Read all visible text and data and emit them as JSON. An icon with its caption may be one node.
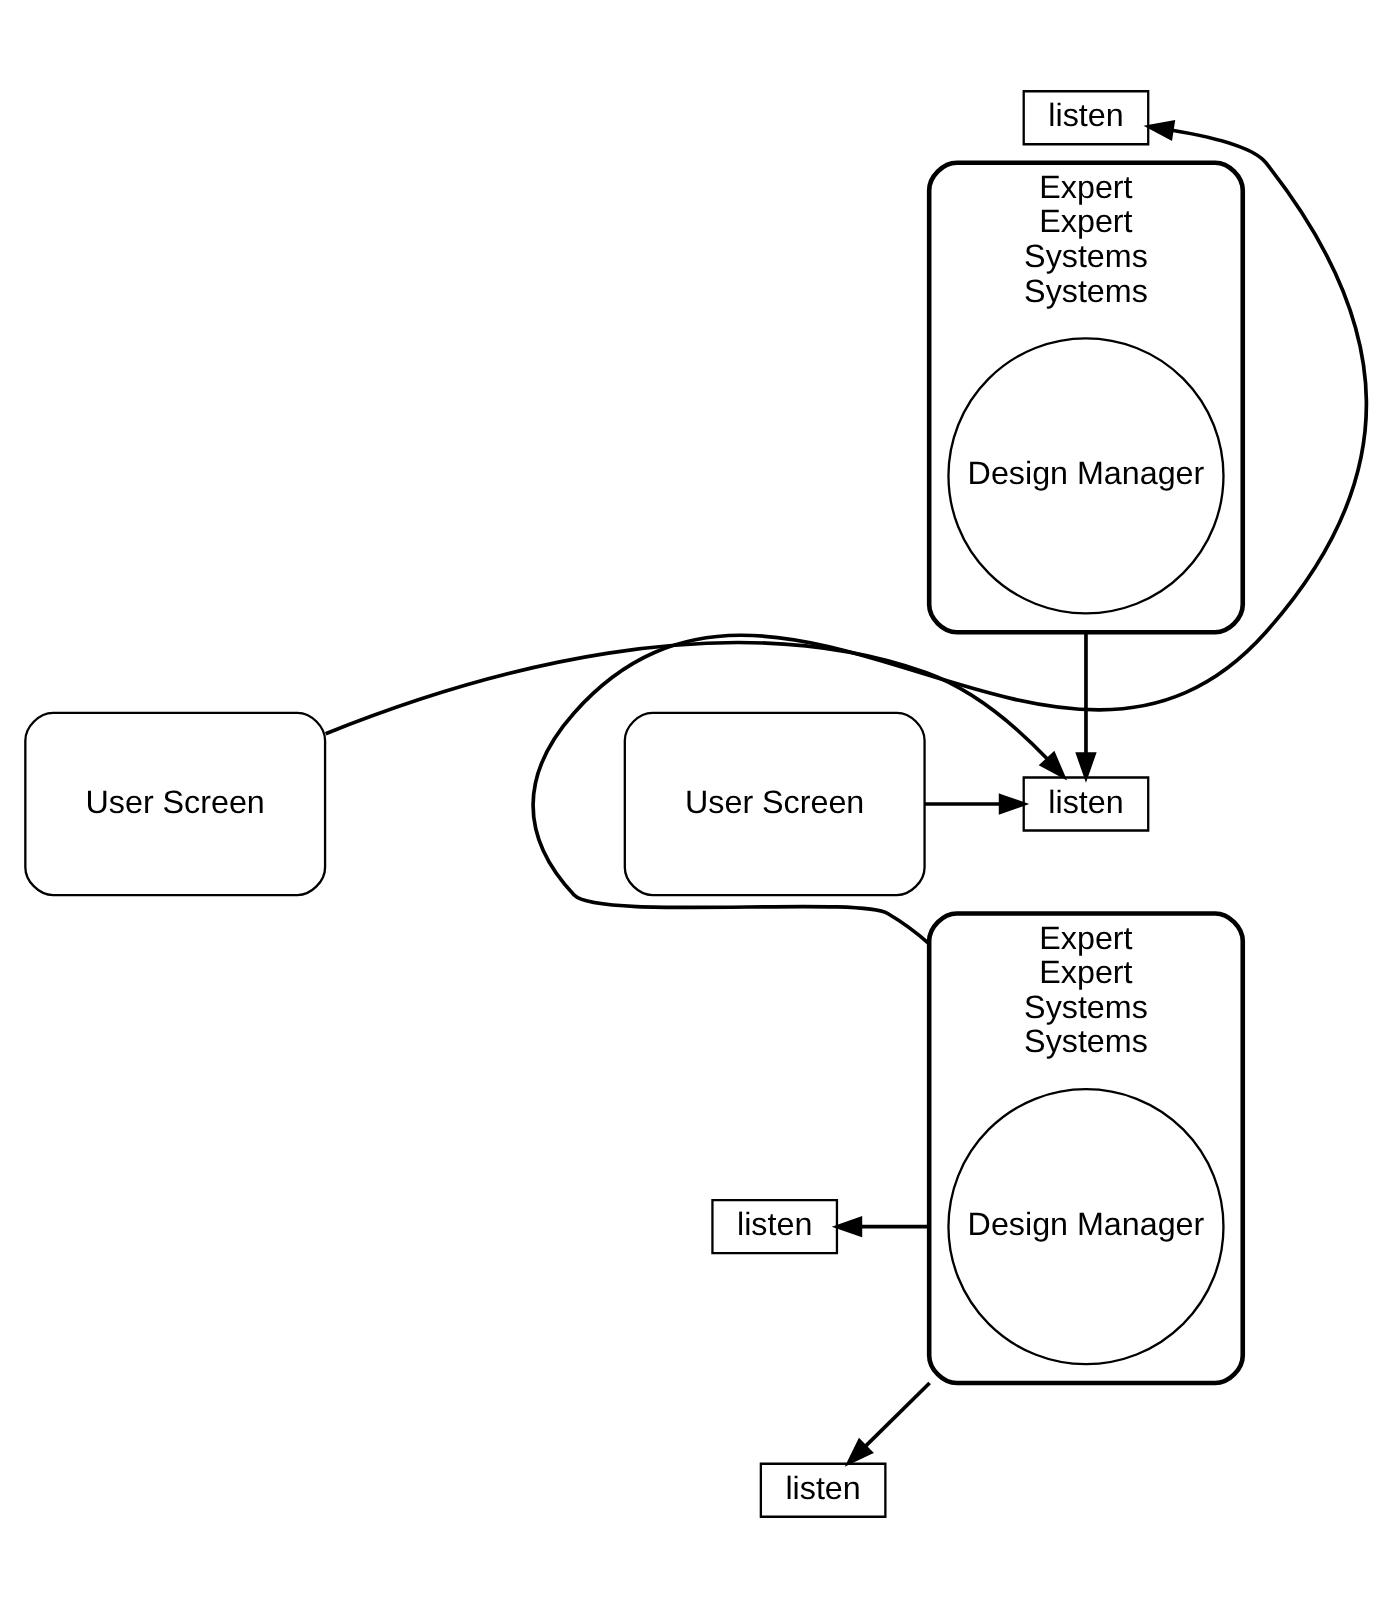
{
  "diagram": {
    "nodes": [
      {
        "text": [
          "Expert",
          "Expert",
          "Systems",
          "Systems"
        ]
      },
      {
        "text": [
          "Design Manager"
        ],
        "in": 0
      },
      {
        "text": [
          "listen"
        ]
      },
      {
        "text": [
          "User Screen"
        ]
      },
      {
        "text": [
          "listen"
        ]
      },
      {
        "text": [
          "listen"
        ]
      },
      {
        "text": [
          "Expert",
          "Expert",
          "Systems",
          "Systems"
        ]
      },
      {
        "text": [
          "Design Manager"
        ],
        "in": 6
      },
      {
        "text": [
          "User Screen"
        ]
      },
      {
        "text": [
          "listen"
        ]
      }
    ],
    "edges": [
      {
        "from": 6,
        "to": 2,
        "arrow": "to"
      },
      {
        "from": 0,
        "to": 5,
        "arrow": "to"
      },
      {
        "from": 3,
        "to": 5,
        "arrow": "to"
      },
      {
        "from": 8,
        "to": 5,
        "arrow": "to"
      },
      {
        "from": 6,
        "to": 4,
        "arrow": "to"
      },
      {
        "from": 6,
        "to": 9,
        "arrow": "to"
      }
    ]
  }
}
